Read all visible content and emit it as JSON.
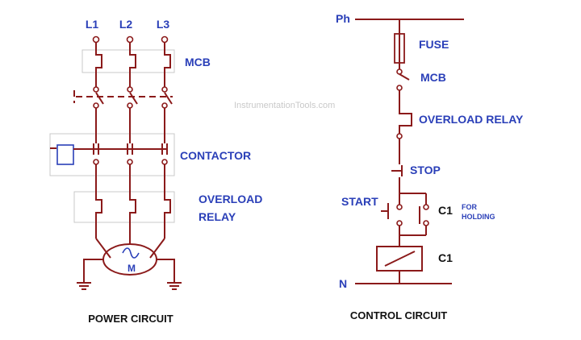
{
  "power": {
    "phases": [
      "L1",
      "L2",
      "L3"
    ],
    "mcb": "MCB",
    "contactor": "CONTACTOR",
    "overload_line1": "OVERLOAD",
    "overload_line2": "RELAY",
    "motor": "M",
    "title": "POWER CIRCUIT"
  },
  "control": {
    "phase": "Ph",
    "fuse": "FUSE",
    "mcb": "MCB",
    "overload": "OVERLOAD RELAY",
    "stop": "STOP",
    "start": "START",
    "holding_contact": "C1",
    "for_line1": "FOR",
    "for_line2": "HOLDING",
    "coil": "C1",
    "neutral": "N",
    "title": "CONTROL CIRCUIT"
  },
  "watermark": "InstrumentationTools.com",
  "colors": {
    "wire": "#8b1a1a",
    "label": "#2a3fb8",
    "title": "#111111",
    "box": "#c8c8c8"
  }
}
